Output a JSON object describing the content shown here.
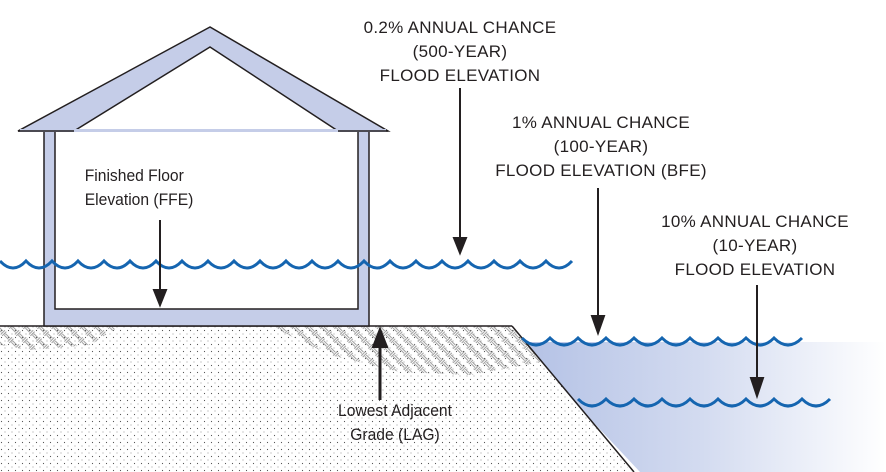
{
  "labels": {
    "ffe": [
      "Finished Floor",
      "Elevation (FFE)"
    ],
    "lag": [
      "Lowest Adjacent",
      "Grade (LAG)"
    ],
    "flood_500": [
      "0.2% ANNUAL CHANCE",
      "(500-YEAR)",
      "FLOOD ELEVATION"
    ],
    "flood_100": [
      "1% ANNUAL CHANCE",
      "(100-YEAR)",
      "FLOOD ELEVATION (BFE)"
    ],
    "flood_10": [
      "10% ANNUAL CHANCE",
      "(10-YEAR)",
      "FLOOD ELEVATION"
    ]
  },
  "colors": {
    "house_fill": "#c5cde8",
    "outline": "#231f20",
    "wave": "#1565b0",
    "water": "#b3c1e5"
  }
}
